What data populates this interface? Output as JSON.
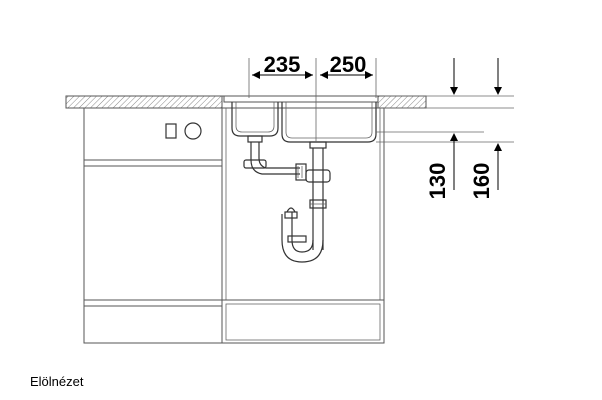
{
  "dimensions": {
    "width_left": "235",
    "width_right": "250",
    "height_inner": "130",
    "height_outer": "160"
  },
  "caption": "Elölnézet"
}
